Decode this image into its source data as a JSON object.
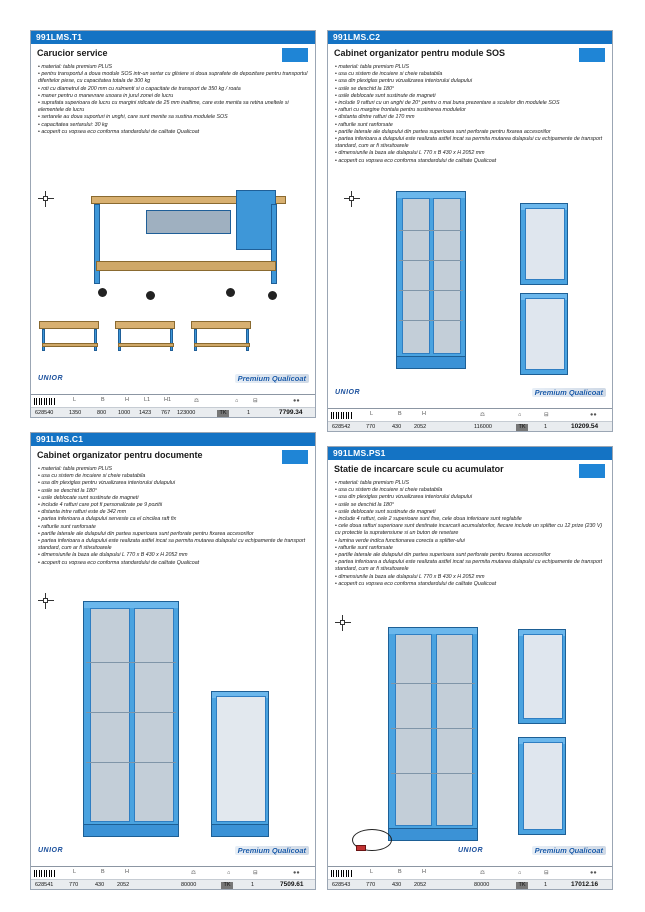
{
  "cards": [
    {
      "code": "991LMS.T1",
      "title": "Carucior service",
      "features": [
        "material: tabla premium PLUS",
        "pentru transportul a doua module  SOS intr-un sertar cu glisiere si doua suprafete de depozitare pentru transportul diferitelor piese, cu capacitatea totala de 300 kg",
        "roti cu diametrul de 200 mm cu rulmenti si o capacitate de transport de 350 kg / roata",
        "maner pentru o manevrare usoara in jurul zonei de lucru",
        "suprafata superioara de lucru cu margini ridicate de 25 mm inaltime, care este menita sa retina uneltele si elementele de lucru",
        "sertarele au doua suporturi in unghi, care sunt menite sa sustina modulele SOS",
        "capacitatea sertarului: 30 kg",
        "acoperit cu vopsea eco conforma standardului de calitate Qualicoat"
      ],
      "brand": "UNIOR",
      "quality": "Premium Qualicoat",
      "spec_labels": [
        "L",
        "B",
        "H",
        "L1",
        "H1"
      ],
      "spec_values": {
        "code": "628540",
        "L": "1350",
        "B": "800",
        "H": "1000",
        "L1": "1423",
        "H1": "767",
        "weight": "123000",
        "tk": "TK",
        "qty": "1",
        "price": "7799.34"
      }
    },
    {
      "code": "991LMS.C2",
      "title": "Cabinet organizator pentru module SOS",
      "features": [
        "material: tabla premium PLUS",
        "usa cu sistem de incuiere si cheie rabatabila",
        "usa din plexiglas pentru vizualizarea interiorului dulapului",
        "usile se deschid la 180°",
        "usile deblocate sunt sustinute de magneti",
        "include 9 rafturi cu un unghi de 20° pentru o mai buna prezentare a sculelor din modulele SOS",
        "rafturi cu margine frontala pentru sustinerea modulelor",
        "distanta dintre rafturi de 170 mm",
        "rafturile sunt ranforsate",
        "partile laterale ale dulapului din partea superioara sunt perforate pentru fixarea accesoriilor",
        "partea inferioara a dulapului este realizata astfel incat sa permita mutarea dulapului cu echipamente de transport standard, cum ar fi stivuitoarele",
        "dimensiunile la baza ale dulapului L 770 x B 430 x H 2052 mm",
        "acoperit cu vopsea eco conforma standardului de calitate Qualicoat"
      ],
      "brand": "UNIOR",
      "quality": "Premium Qualicoat",
      "spec_labels": [
        "L",
        "B",
        "H"
      ],
      "spec_values": {
        "code": "628542",
        "L": "770",
        "B": "430",
        "H": "2052",
        "weight": "116000",
        "tk": "TK",
        "qty": "1",
        "price": "10209.54"
      }
    },
    {
      "code": "991LMS.C1",
      "title": "Cabinet organizator pentru documente",
      "features": [
        "material: tabla premium PLUS",
        "usa cu sistem de incuiere si cheie rabatabila",
        "usa din plexiglas pentru vizualizarea interiorului dulapului",
        "usile se deschid la 180°",
        "usile deblocate sunt sustinute de magneti",
        "include 4 rafturi care pot fi personalizate pe 9 pozitii",
        "distanta intre rafturi este de 342 mm",
        "partea inferioara a dulapului serveste ca el cincilea raft fix",
        "rafturile sunt ranforsate",
        "partile laterale ale dulapului din partea superioara sunt perforate pentru fixarea accesoriilor",
        "partea inferioara a dulapului este realizata astfel incat sa permita mutarea dulapului cu echipamente de transport standard, cum ar fi stivuitoarele",
        "dimensiunile la baza ale dulapului L 770 x B 430 x H 2052 mm",
        "acoperit cu vopsea eco conforma standardului de calitate Qualicoat"
      ],
      "brand": "UNIOR",
      "quality": "Premium Qualicoat",
      "spec_labels": [
        "L",
        "B",
        "H"
      ],
      "spec_values": {
        "code": "628541",
        "L": "770",
        "B": "430",
        "H": "2052",
        "weight": "80000",
        "tk": "TK",
        "qty": "1",
        "price": "7509.61"
      }
    },
    {
      "code": "991LMS.PS1",
      "title": "Statie de incarcare scule cu acumulator",
      "features": [
        "material: tabla premium PLUS",
        "usa cu sistem de incuiere si cheie rabatabila",
        "usa din plexiglas pentru vizualizarea interiorului dulapului",
        "usile se deschid la 180°",
        "usile deblocate sunt sustinute de magneti",
        "include 4 rafturi, cele 2 superioare sunt fixe, cele doua inferioare sunt reglabile",
        "cele doua rafturi superioare sunt destinate incarcarii acumulatorilor, fiecare include un splitter cu 12 prize (230 V) cu protectie la supratensiune si un buton de resetare",
        "lumina verde indica functionarea corecta a splitter-ului",
        "rafturile sunt ranforsate",
        "partile laterale ale dulapului din partea superioara sunt perforate pentru fixarea accesoriilor",
        "partea inferioara a dulapului este realizata astfel incat sa permita mutarea dulapului cu echipamente de transport standard, cum ar fi stivuitoarele",
        "dimensiunile la baza ale dulapului L 770 x B 430 x H 2052 mm",
        "acoperit cu vopsea eco conforma standardului de calitate Qualicoat"
      ],
      "brand": "UNIOR",
      "quality": "Premium Qualicoat",
      "spec_labels": [
        "L",
        "B",
        "H"
      ],
      "spec_values": {
        "code": "628543",
        "L": "770",
        "B": "430",
        "H": "2052",
        "weight": "80000",
        "tk": "TK",
        "qty": "1",
        "price": "17012.16"
      }
    }
  ],
  "colors": {
    "header": "#1473c4",
    "cabinet": "#4aa3e0",
    "tag": "#1f85d6"
  }
}
